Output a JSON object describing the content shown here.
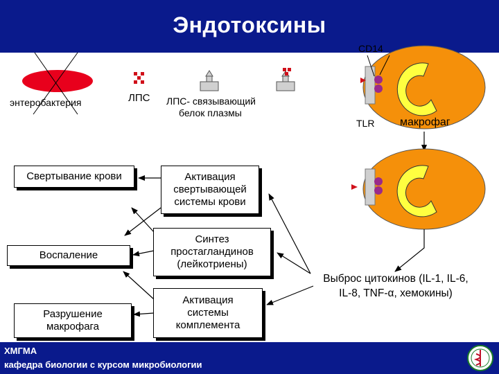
{
  "title": "Эндотоксины",
  "labels": {
    "enterobacteria": "энтеробактерия",
    "lps": "ЛПС",
    "lps_protein_line1": "ЛПС- связывающий",
    "lps_protein_line2": "белок плазмы",
    "cd14": "CD14",
    "tlr": "TLR",
    "macrophage": "макрофаг"
  },
  "effects": {
    "coagulation": "Свертывание крови",
    "inflammation": "Воспаление",
    "macrophage_destruction_line1": "Разрушение",
    "macrophage_destruction_line2": "макрофага"
  },
  "mechanisms": {
    "coag_activation_line1": "Активация",
    "coag_activation_line2": "свертывающей",
    "coag_activation_line3": "системы крови",
    "prostaglandin_line1": "Синтез",
    "prostaglandin_line2": "простагландинов",
    "prostaglandin_line3": "(лейкотриены)",
    "complement_line1": "Активация",
    "complement_line2": "системы",
    "complement_line3": "комплемента"
  },
  "cytokines": {
    "line1": "Выброс цитокинов  (IL-1, IL-6,",
    "line2": "IL-8, TNF-α, хемокины)"
  },
  "footer": {
    "line1": "ХМГМА",
    "line2": "кафедра биологии с курсом микробиологии"
  },
  "colors": {
    "header_bar": "#0a1a8c",
    "bacterium": "#e8001c",
    "macrophage": "#f5900a",
    "nucleus": "#ffff40",
    "receptor_purple": "#9a2a8a",
    "lps_red": "#d0101a"
  }
}
